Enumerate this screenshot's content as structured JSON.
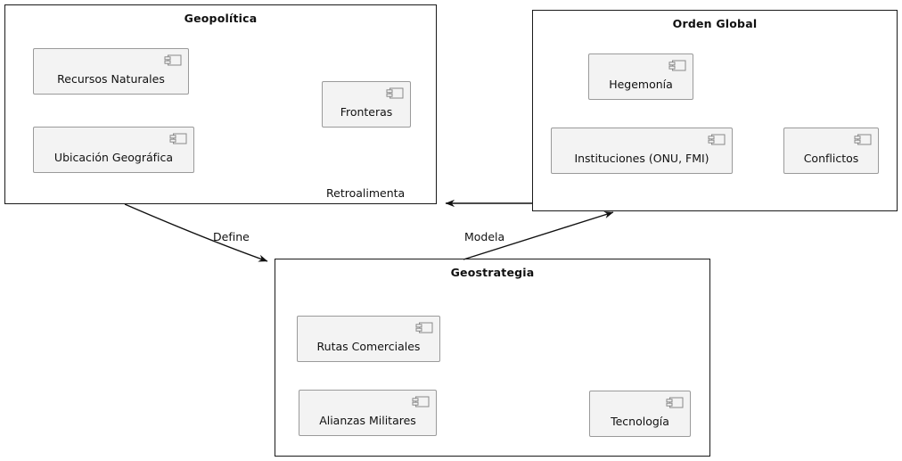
{
  "diagram": {
    "type": "uml-package-diagram",
    "title": "Geopolitica / Geostrategia / Orden Global",
    "background_color": "#ffffff",
    "line_color": "#1a1a1a",
    "component_fill": "#f3f3f3",
    "component_border": "#9a9a9a"
  },
  "packages": [
    {
      "id": "geopolitica",
      "title": "Geopolítica",
      "components": [
        {
          "label": "Recursos Naturales",
          "icon": "uml-component-icon"
        },
        {
          "label": "Ubicación Geográfica",
          "icon": "uml-component-icon"
        },
        {
          "label": "Fronteras",
          "icon": "uml-component-icon"
        }
      ]
    },
    {
      "id": "orden-global",
      "title": "Orden Global",
      "components": [
        {
          "label": "Hegemonía",
          "icon": "uml-component-icon"
        },
        {
          "label": "Instituciones (ONU, FMI)",
          "icon": "uml-component-icon"
        },
        {
          "label": "Conflictos",
          "icon": "uml-component-icon"
        }
      ]
    },
    {
      "id": "geostrategia",
      "title": "Geostrategia",
      "components": [
        {
          "label": "Rutas Comerciales",
          "icon": "uml-component-icon"
        },
        {
          "label": "Alianzas Militares",
          "icon": "uml-component-icon"
        },
        {
          "label": "Tecnología",
          "icon": "uml-component-icon"
        }
      ]
    }
  ],
  "connectors": [
    {
      "id": "define",
      "label": "Define",
      "from": "geopolitica",
      "to": "geostrategia"
    },
    {
      "id": "modela",
      "label": "Modela",
      "from": "geostrategia",
      "to": "orden-global"
    },
    {
      "id": "retroalimenta",
      "label": "Retroalimenta",
      "from": "orden-global",
      "to": "geopolitica"
    }
  ]
}
